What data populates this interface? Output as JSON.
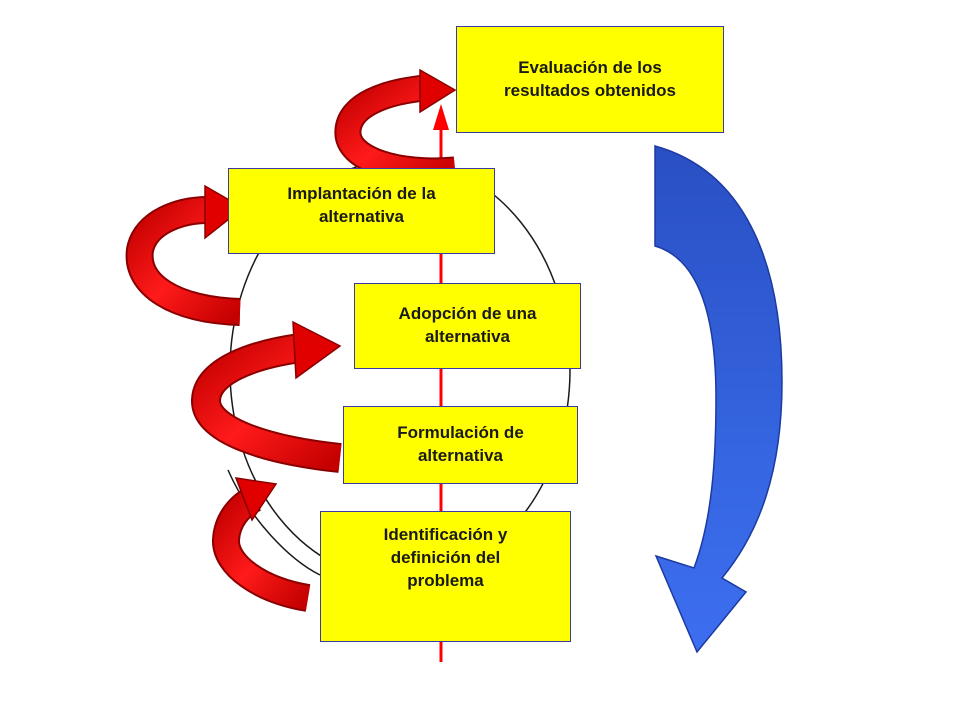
{
  "colors": {
    "box_fill": "#ffff00",
    "box_border": "#3a3aa0",
    "axis_line": "#ff0000",
    "curl_arrows": "#e00000",
    "feedback_arrow": "#2f55d4",
    "spiral_line": "#1a1a1a"
  },
  "boxes": {
    "evaluation": "Evaluación de los\nresultados obtenidos",
    "implementation": "Implantación de la\nalternativa",
    "adoption": "Adopción de una\nalternativa",
    "formulation": "Formulación de\nalternativa",
    "identification": "Identificación y\ndefinición del\nproblema"
  },
  "icons": {
    "curl_arrows": [
      "curl-arrow-icon",
      "curl-arrow-icon",
      "curl-arrow-icon",
      "curl-arrow-icon",
      "curl-arrow-icon"
    ],
    "feedback_arrow": "curved-down-arrow-icon",
    "axis": "up-arrow-icon"
  }
}
